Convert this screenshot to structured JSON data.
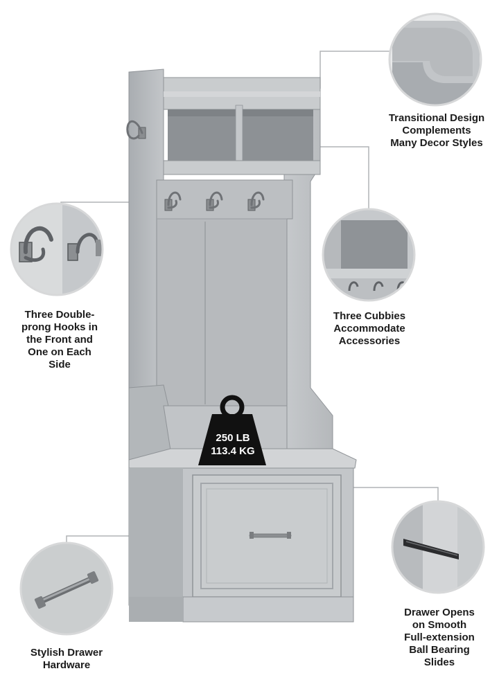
{
  "callouts": {
    "transitional": "Transitional Design\nComplements\nMany Decor Styles",
    "hooks": "Three Double-\nprong Hooks in\nthe Front and\nOne on Each\nSide",
    "cubbies": "Three Cubbies\nAccommodate\nAccessories",
    "drawer_slides": "Drawer Opens\non Smooth\nFull-extension\nBall Bearing\nSlides",
    "hardware": "Stylish Drawer\nHardware"
  },
  "weight_badge": {
    "lb": "250 LB",
    "kg": "113.4 KG"
  },
  "colors": {
    "furniture": "#b9bcbf",
    "furniture_light": "#cdd0d3",
    "furniture_dark": "#9a9ea2",
    "metal": "#7d7f82",
    "badge": "#111111"
  }
}
